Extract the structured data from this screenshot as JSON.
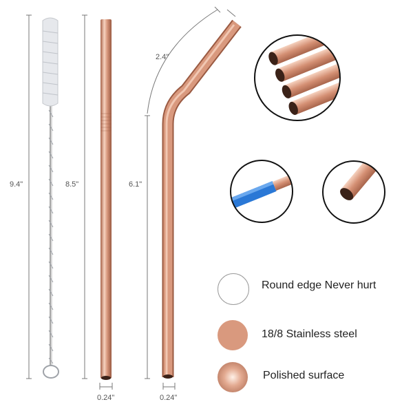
{
  "dimensions": {
    "brush_length": "9.4\"",
    "straight_length": "8.5\"",
    "bent_long_length": "6.1\"",
    "bent_short_length": "2.4\"",
    "straight_diameter": "0.24\"",
    "bent_diameter": "0.24\""
  },
  "features": [
    {
      "label": "Round edge Never hurt",
      "icon": "white-circle-icon"
    },
    {
      "label": "18/8 Stainless steel",
      "icon": "rose-gold-circle-icon"
    },
    {
      "label": "Polished surface",
      "icon": "polished-circle-icon"
    }
  ],
  "colors": {
    "rose_gold": "#d9997e",
    "rose_gold_dark": "#a8654c",
    "rose_gold_light": "#f6d2bf",
    "silicone_tip": "#2a78d6"
  }
}
